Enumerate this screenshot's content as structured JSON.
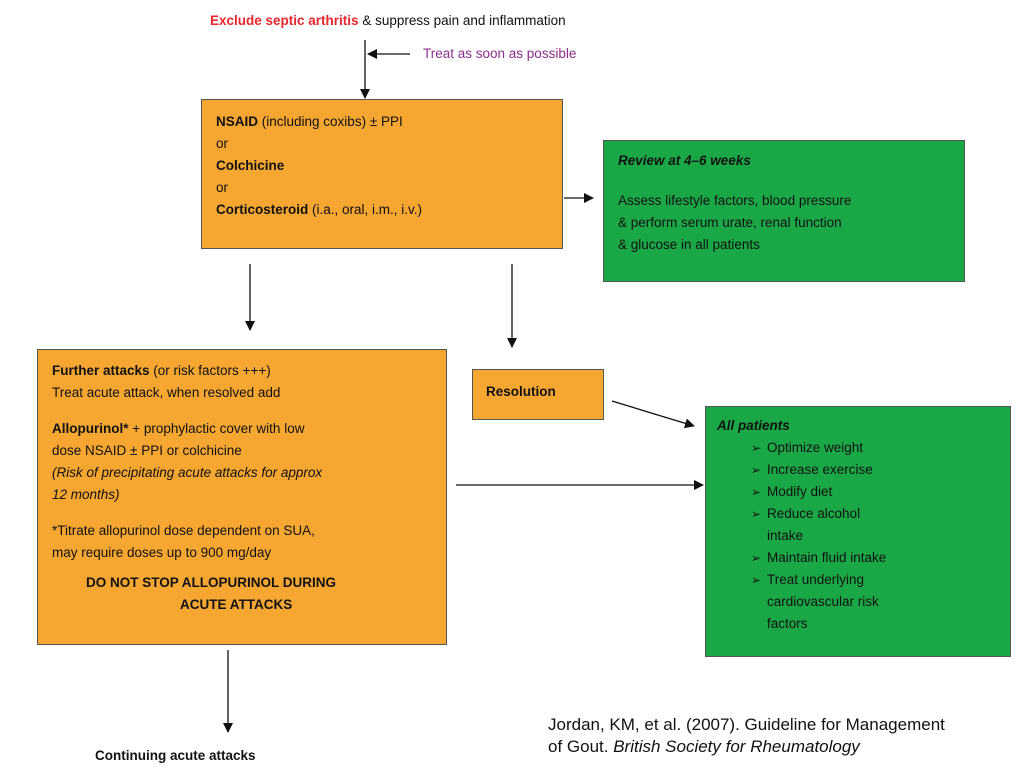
{
  "top": {
    "highlight": "Exclude septic arthritis",
    "rest": " & suppress pain and inflammation",
    "treat_note": "Treat as soon as possible"
  },
  "first_line": {
    "nsaid": "NSAID",
    "nsaid_rest": " (including coxibs) ± PPI",
    "or1": "or",
    "colchicine": "Colchicine",
    "or2": "or",
    "corticosteroid": "Corticosteroid",
    "corticosteroid_rest": " (i.a., oral, i.m., i.v.)"
  },
  "review": {
    "title": "Review at 4–6 weeks",
    "line1": "Assess lifestyle factors, blood pressure",
    "line2": "& perform serum urate, renal function",
    "line3": "& glucose in all patients"
  },
  "further": {
    "title_bold": "Further attacks",
    "title_rest": " (or risk factors +++)",
    "line2": "Treat acute attack, when resolved add",
    "allopurinol": "Allopurinol*",
    "allopurinol_rest": " + prophylactic cover with low",
    "line4": "dose NSAID ± PPI or colchicine",
    "risk1": "(Risk of precipitating acute attacks for approx",
    "risk2": "12 months)",
    "titrate1": "*Titrate allopurinol dose dependent on SUA,",
    "titrate2": "may require doses up to 900 mg/day",
    "warning1": "DO NOT STOP ALLOPURINOL DURING",
    "warning2": "ACUTE ATTACKS"
  },
  "resolution": {
    "label": "Resolution"
  },
  "all_patients": {
    "title": "All patients",
    "items": [
      "Optimize weight",
      "Increase exercise",
      "Modify diet",
      "Reduce alcohol intake",
      "Maintain fluid intake",
      "Treat underlying cardiovascular risk factors"
    ]
  },
  "continuing": {
    "label": "Continuing acute attacks"
  },
  "citation": {
    "line1": "Jordan, KM, et al. (2007). Guideline for Management",
    "line2_plain": "of Gout. ",
    "line2_italic": "British Society for Rheumatology"
  },
  "colors": {
    "highlight": "#e8262b",
    "note": "#8e2d8e",
    "orange": "#f5a731",
    "green": "#1aa846"
  }
}
